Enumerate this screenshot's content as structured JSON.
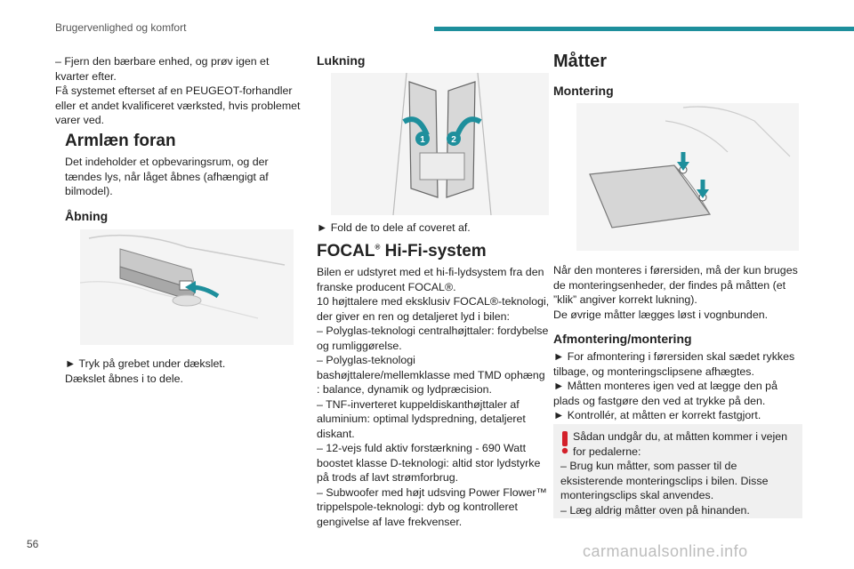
{
  "header": {
    "title": "Brugervenlighed og komfort",
    "accent_color": "#1e8f9c"
  },
  "page_number": "56",
  "watermark": "carmanualsonline.info",
  "col1": {
    "intro": "– Fjern den bærbare enhed, og prøv igen et kvarter efter.\nFå systemet efterset af en PEUGEOT-forhandler eller et andet kvalificeret værksted, hvis problemet varer ved.",
    "armrest_heading": "Armlæn foran",
    "armrest_text": "Det indeholder et opbevaringsrum, og der tændes lys, når låget åbnes (afhængigt af bilmodel).",
    "opening_heading": "Åbning",
    "opening_text": "► Tryk på grebet under dækslet.\nDækslet åbnes i to dele."
  },
  "col2": {
    "closing_heading": "Lukning",
    "closing_text": "► Fold de to dele af coveret af.",
    "callout_1": "1",
    "callout_2": "2",
    "focal_heading": "FOCAL",
    "focal_reg": "®",
    "focal_heading_rest": " Hi-Fi-system",
    "focal_p1": "Bilen er udstyret med et hi-fi-lydsystem fra den franske producent FOCAL®.",
    "focal_p2": "10 højttalere med eksklusiv FOCAL®-teknologi, der giver en ren og detaljeret lyd i bilen:",
    "focal_list": "– Polyglas-teknologi centralhøjttaler: fordybelse og rumliggørelse.\n– Polyglas-teknologi bashøjttalere/mellemklasse med TMD ophæng : balance, dynamik og lydpræcision.\n– TNF-inverteret kuppeldiskanthøjttaler af aluminium: optimal lydspredning, detaljeret diskant.\n– 12-vejs fuld aktiv forstærkning - 690 Watt boostet klasse D-teknologi: altid stor lydstyrke på trods af lavt strømforbrug.\n– Subwoofer med højt udsving Power Flower™ trippelspole-teknologi: dyb og kontrolleret gengivelse af lave frekvenser."
  },
  "col3": {
    "mats_heading": "Måtter",
    "mounting_heading": "Montering",
    "mounting_text": "Når den monteres i førersiden, må der kun bruges de monteringsenheder, der findes på måtten (et ”klik” angiver korrekt lukning).\nDe øvrige måtter lægges løst i vognbunden.",
    "removal_heading": "Afmontering/montering",
    "removal_text": "► For afmontering i førersiden skal sædet rykkes tilbage, og monteringsclipsene afhægtes.\n► Måtten monteres igen ved at lægge den på plads og fastgøre den ved at trykke på den.\n► Kontrollér, at måtten er korrekt fastgjort.",
    "warning_title": "Sådan undgår du, at måtten kommer i vejen for pedalerne:",
    "warning_list": "– Brug kun måtter, som passer til de eksisterende monteringsclips i bilen. Disse monteringsclips skal anvendes.\n– Læg aldrig måtter oven på hinanden.",
    "warning_color": "#d3202a"
  }
}
